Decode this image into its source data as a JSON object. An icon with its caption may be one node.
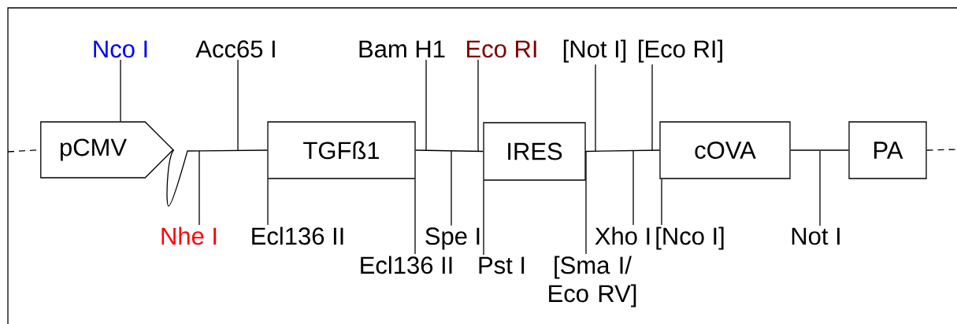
{
  "diagram": {
    "nodes": [
      {
        "text": [
          "pCMV"
        ]
      },
      {
        "text": [
          "TGFß1"
        ]
      },
      {
        "text": [
          "IRES"
        ]
      },
      {
        "text": [
          "cOVA"
        ]
      },
      {
        "text": [
          "PA"
        ]
      },
      {
        "text": [
          "Nco I"
        ]
      },
      {
        "text": [
          "Acc65 I"
        ]
      },
      {
        "text": [
          "Bam H1"
        ]
      },
      {
        "text": [
          "Eco RI"
        ]
      },
      {
        "text": [
          "[Not I]"
        ]
      },
      {
        "text": [
          "[Eco RI]"
        ]
      },
      {
        "text": [
          "Nhe I"
        ]
      },
      {
        "text": [
          "Ecl136 II"
        ]
      },
      {
        "text": [
          "Ecl136 II"
        ]
      },
      {
        "text": [
          "Spe I"
        ]
      },
      {
        "text": [
          "Pst I"
        ]
      },
      {
        "text": [
          "[Sma I/ Eco RV]"
        ]
      },
      {
        "text": [
          "Xho I"
        ]
      },
      {
        "text": [
          "[Nco I]"
        ]
      },
      {
        "text": [
          "Not I"
        ]
      }
    ],
    "edges": [
      {
        "from": null,
        "to": 0,
        "arrow": "none",
        "style": "dashed"
      },
      {
        "from": 0,
        "to": 1,
        "arrow": "none"
      },
      {
        "from": 1,
        "to": 2,
        "arrow": "none"
      },
      {
        "from": 2,
        "to": 3,
        "arrow": "none"
      },
      {
        "from": 3,
        "to": 4,
        "arrow": "none"
      },
      {
        "from": 4,
        "to": null,
        "arrow": "none",
        "style": "dashed"
      },
      {
        "from": 5,
        "to": 0,
        "arrow": "none"
      },
      {
        "from": 6,
        "to": null,
        "arrow": "none"
      },
      {
        "from": 7,
        "to": 1,
        "arrow": "none"
      },
      {
        "from": 8,
        "to": 2,
        "arrow": "none"
      },
      {
        "from": 9,
        "to": 2,
        "arrow": "none"
      },
      {
        "from": 10,
        "to": 3,
        "arrow": "none"
      },
      {
        "from": 11,
        "to": null,
        "arrow": "none"
      },
      {
        "from": 12,
        "to": 1,
        "arrow": "none"
      },
      {
        "from": 13,
        "to": 1,
        "arrow": "none"
      },
      {
        "from": 14,
        "to": null,
        "arrow": "none"
      },
      {
        "from": 15,
        "to": 2,
        "arrow": "none"
      },
      {
        "from": 16,
        "to": 2,
        "arrow": "none"
      },
      {
        "from": 17,
        "to": null,
        "arrow": "none"
      },
      {
        "from": 18,
        "to": 3,
        "arrow": "none"
      },
      {
        "from": 19,
        "to": null,
        "arrow": "none"
      }
    ]
  }
}
